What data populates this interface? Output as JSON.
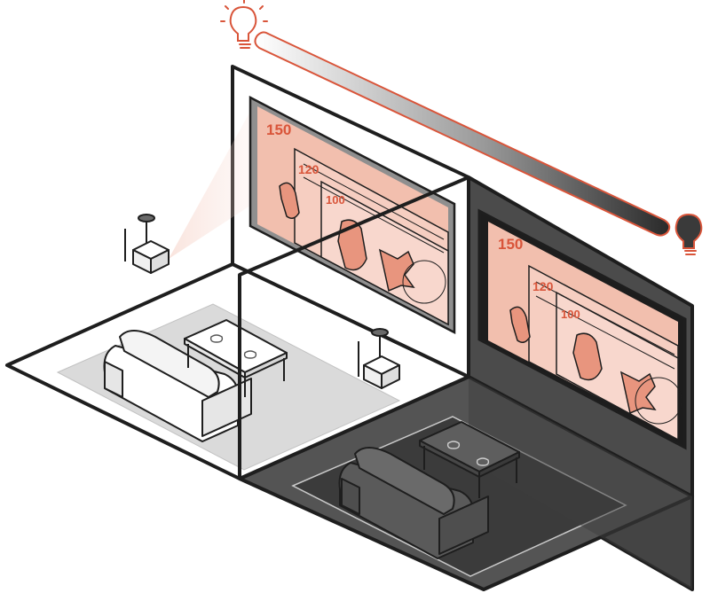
{
  "colors": {
    "accent": "#d9553a",
    "screen_fill": "#f2bfae",
    "dark_room": "#4a4a4a",
    "light_room": "#ffffff",
    "outline": "#1e1e1e"
  },
  "icons": {
    "bright": "lightbulb-on-icon",
    "dim": "lightbulb-off-icon",
    "scale": "brightness-gradient-bar"
  },
  "light_room": {
    "screen": {
      "sizes": [
        {
          "label": "150"
        },
        {
          "label": "120"
        },
        {
          "label": "100"
        }
      ]
    }
  },
  "dark_room": {
    "screen": {
      "sizes": [
        {
          "label": "150"
        },
        {
          "label": "120"
        },
        {
          "label": "100"
        }
      ]
    }
  }
}
